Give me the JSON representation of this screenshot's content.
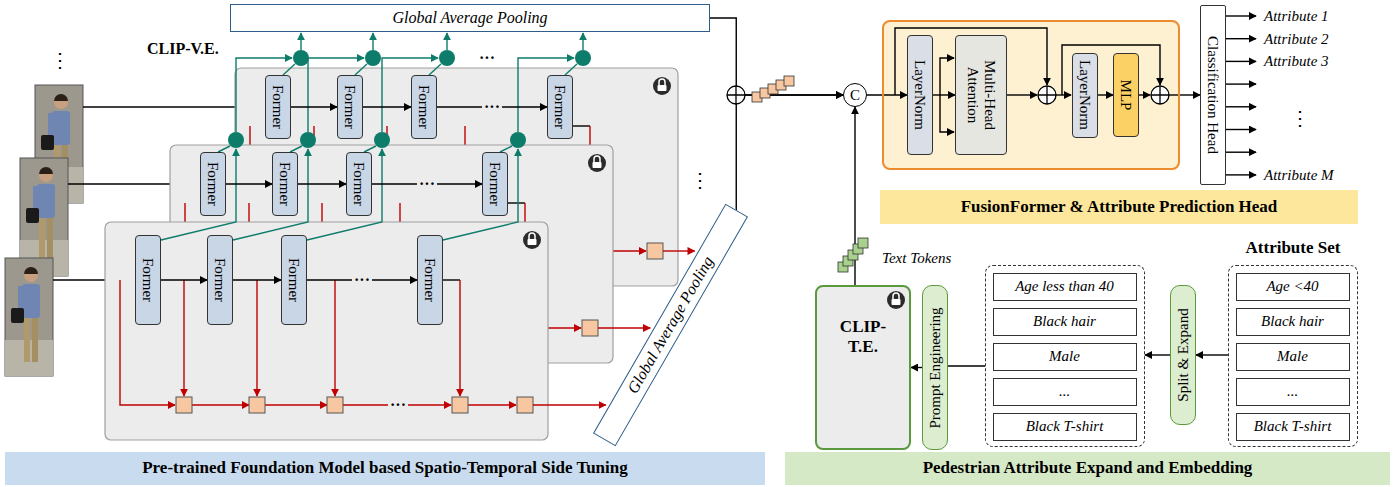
{
  "diagram": {
    "nodes": [
      {
        "text": [
          "Global Average Pooling"
        ]
      },
      {
        "text": [
          "Former"
        ]
      },
      {
        "text": [
          "Former"
        ]
      },
      {
        "text": [
          "Former"
        ]
      },
      {
        "text": [
          "Former"
        ]
      },
      {
        "text": [
          "Former"
        ]
      },
      {
        "text": [
          "Former"
        ]
      },
      {
        "text": [
          "Former"
        ]
      },
      {
        "text": [
          "Former"
        ]
      },
      {
        "text": [
          "Former"
        ]
      },
      {
        "text": [
          "Former"
        ]
      },
      {
        "text": [
          "Former"
        ]
      },
      {
        "text": [
          "Former"
        ]
      },
      {
        "text": [
          "Global Average Pooling"
        ]
      },
      {
        "text": [
          "C"
        ]
      },
      {
        "text": []
      },
      {
        "text": [
          "LayerNorm"
        ],
        "in": 15
      },
      {
        "text": [
          "Multi-Head Attention"
        ],
        "in": 15
      },
      {
        "text": [
          "LayerNorm"
        ],
        "in": 15
      },
      {
        "text": [
          "MLP"
        ],
        "in": 15
      },
      {
        "text": [
          "Classification Head"
        ]
      },
      {
        "text": [
          "FusionFormer & Attribute Prediction Head"
        ]
      },
      {
        "text": [
          "CLIP-T.E."
        ]
      },
      {
        "text": [
          "Prompt Engineering"
        ]
      },
      {
        "text": []
      },
      {
        "text": [
          "Age less than 40"
        ],
        "in": 24
      },
      {
        "text": [
          "Black hair"
        ],
        "in": 24
      },
      {
        "text": [
          "Male"
        ],
        "in": 24
      },
      {
        "text": [
          "..."
        ],
        "in": 24
      },
      {
        "text": [
          "Black T-shirt"
        ],
        "in": 24
      },
      {
        "text": [
          "Split & Expand"
        ]
      },
      {
        "text": [
          "Attribute Set"
        ]
      },
      {
        "text": [
          "Age <40"
        ],
        "in": 31
      },
      {
        "text": [
          "Black hair"
        ],
        "in": 31
      },
      {
        "text": [
          "Male"
        ],
        "in": 31
      },
      {
        "text": [
          "..."
        ],
        "in": 31
      },
      {
        "text": [
          "Black T-shirt"
        ],
        "in": 31
      },
      {
        "text": [
          "Pre-trained Foundation Model based Spatio-Temporal Side Tuning"
        ]
      },
      {
        "text": [
          "Pedestrian Attribute Expand and Embedding"
        ]
      }
    ],
    "edges": [
      {
        "from": 1,
        "to": 2,
        "arrow": "to"
      },
      {
        "from": 2,
        "to": 3,
        "arrow": "to"
      },
      {
        "from": 3,
        "to": 4,
        "arrow": "to"
      },
      {
        "from": 5,
        "to": 6,
        "arrow": "to"
      },
      {
        "from": 6,
        "to": 7,
        "arrow": "to"
      },
      {
        "from": 7,
        "to": 8,
        "arrow": "to"
      },
      {
        "from": 9,
        "to": 10,
        "arrow": "to"
      },
      {
        "from": 10,
        "to": 11,
        "arrow": "to"
      },
      {
        "from": 11,
        "to": 12,
        "arrow": "to"
      },
      {
        "from": 0,
        "to": 14,
        "arrow": "to"
      },
      {
        "from": 13,
        "to": 14,
        "arrow": "to"
      },
      {
        "from": 14,
        "to": 16,
        "arrow": "to"
      },
      {
        "from": 16,
        "to": 17,
        "arrow": "to"
      },
      {
        "from": 18,
        "to": 19,
        "arrow": "to"
      },
      {
        "from": 15,
        "to": 20,
        "arrow": "to"
      },
      {
        "from": 22,
        "to": 14,
        "arrow": "to"
      },
      {
        "from": 23,
        "to": 22,
        "arrow": "to"
      },
      {
        "from": 24,
        "to": 23,
        "arrow": "none"
      },
      {
        "from": 30,
        "to": 24,
        "arrow": "to"
      },
      {
        "from": 31,
        "to": 30,
        "arrow": "to"
      }
    ],
    "labels": [
      "CLIP-V.E.",
      "⋮",
      "···",
      "···",
      "···",
      "···",
      "···",
      "⋮",
      "Text Tokens",
      "Attribute 1",
      "Attribute 2",
      "Attribute 3",
      "⋮",
      "Attribute M"
    ]
  }
}
